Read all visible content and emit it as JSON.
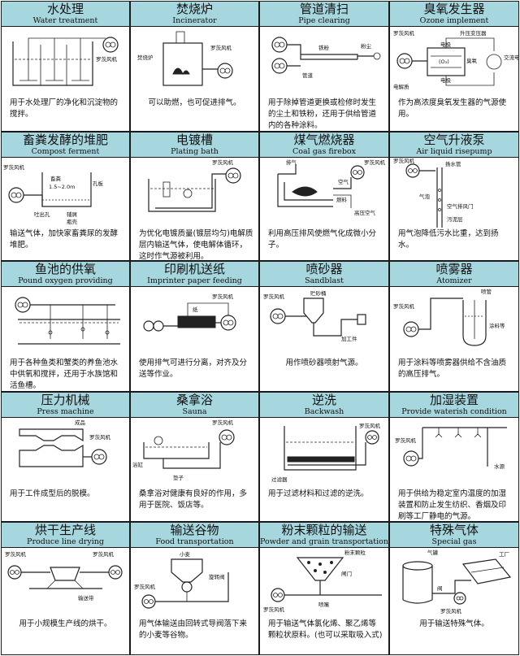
{
  "items": [
    {
      "title_zh": "水处理",
      "title_en": "Water treatment",
      "labels": [
        "罗茨风机"
      ],
      "desc": "用于水处理厂的净化和沉淀物的搅拌。"
    },
    {
      "title_zh": "焚烧炉",
      "title_en": "Incinerator",
      "labels": [
        "焚烧炉",
        "罗茨风机"
      ],
      "desc": "可以助燃，也可促进排气。"
    },
    {
      "title_zh": "管道清扫",
      "title_en": "Pipe clearing",
      "labels": [
        "铁粉",
        "粉尘",
        "管道"
      ],
      "desc": "用于除掉管道更换或检修时发生的尘土和铁粉，还用于供给管道内的各种涂料。"
    },
    {
      "title_zh": "臭氧发生器",
      "title_en": "Ozone implement",
      "labels": [
        "罗茨风机",
        "升压变压器",
        "电极",
        "(O₃)",
        "臭氧",
        "电极",
        "交流电源",
        "电解质"
      ],
      "desc": "作为高浓度臭氧发生器的气源使用。"
    },
    {
      "title_zh": "畜粪发酵的堆肥",
      "title_en": "Compost ferment",
      "labels": [
        "罗茨风机",
        "畜粪",
        "1.5~2.0m",
        "孔板",
        "吐出孔",
        "辅屑",
        "瓶壳"
      ],
      "desc": "输送气体，加快家畜粪尿的发酵堆肥。"
    },
    {
      "title_zh": "电镀槽",
      "title_en": "Plating bath",
      "labels": [
        "罗茨风机"
      ],
      "desc": "为优化电镀质量(镀层均匀)电解质层内输送气体，使电解体循环，这时作气源被利用。"
    },
    {
      "title_zh": "煤气燃烧器",
      "title_en": "Coal gas firebox",
      "labels": [
        "排气",
        "空气",
        "罗茨风机",
        "燃料",
        "高压空气"
      ],
      "desc": "利用高压排风使燃气化成微小分子。"
    },
    {
      "title_zh": "空气升液泵",
      "title_en": "Air liquid risepump",
      "labels": [
        "罗茨风机",
        "扬水管",
        "气泡",
        "空气排风门",
        "污泥层"
      ],
      "desc": "用气泡降低污水比重，达到扬水。"
    },
    {
      "title_zh": "鱼池的供氧",
      "title_en": "Pound oxygen providing",
      "labels": [],
      "desc": "用于各种鱼类和蟹类的养鱼池水中供氧和搅拌，还用于水族馆和活鱼槽。"
    },
    {
      "title_zh": "印刷机送纸",
      "title_en": "Imprinter paper feeding",
      "labels": [
        "纸",
        "罗茨风机"
      ],
      "desc": "使用排气可进行分离，对齐及分送等作业。"
    },
    {
      "title_zh": "喷砂器",
      "title_en": "Sandblast",
      "labels": [
        "罗茨风机",
        "贮砂桶",
        "加工件"
      ],
      "desc": "用作喷砂器喷射气源。"
    },
    {
      "title_zh": "喷雾器",
      "title_en": "Atomizer",
      "labels": [
        "喷管",
        "罗茨风机",
        "涂料等"
      ],
      "desc": "用于涂料等喷雾器供给不含油质的高压排气。"
    },
    {
      "title_zh": "压力机械",
      "title_en": "Press machine",
      "labels": [
        "成品",
        "罗茨风机"
      ],
      "desc": "用于工件成型后的脱模。"
    },
    {
      "title_zh": "桑拿浴",
      "title_en": "Sauna",
      "labels": [
        "罗茨风机",
        "浴缸",
        "垫子"
      ],
      "desc": "桑拿浴对健康有良好的作用，多用于医院、饭店等。"
    },
    {
      "title_zh": "逆洗",
      "title_en": "Backwash",
      "labels": [
        "过滤器",
        "罗茨风机"
      ],
      "desc": "用于过滤材料和过滤的逆洗。"
    },
    {
      "title_zh": "加湿装置",
      "title_en": "Provide waterish condition",
      "labels": [
        "罗茨风机",
        "水源"
      ],
      "desc": "用于供给为稳定室内温度的加湿装置和防止发生纺织、香烟及印刷等工厂静电的气源。"
    },
    {
      "title_zh": "烘干生产线",
      "title_en": "Produce line drying",
      "labels": [
        "罗茨风机",
        "罗茨风机",
        "输送带"
      ],
      "desc": "用于小规模生产线的烘干。"
    },
    {
      "title_zh": "输送谷物",
      "title_en": "Food transportation",
      "labels": [
        "小麦",
        "旋转阀",
        "罗茨风机"
      ],
      "desc": "用气体输送由回转式导阀落下来的小麦等谷物。"
    },
    {
      "title_zh": "粉末颗粒的输送",
      "title_en": "Powder and grain transportation",
      "labels": [
        "粉末颗粒",
        "闸门",
        "罗茨风机",
        "喷嘴"
      ],
      "desc": "用于输送气体氯化烯、聚乙烯等颗粒状原料。(也可以采取吸入式)"
    },
    {
      "title_zh": "特殊气体",
      "title_en": "Special gas",
      "labels": [
        "气罐",
        "工厂",
        "罗茨风机",
        "阀"
      ],
      "desc": "用于输送特殊气体。"
    }
  ]
}
